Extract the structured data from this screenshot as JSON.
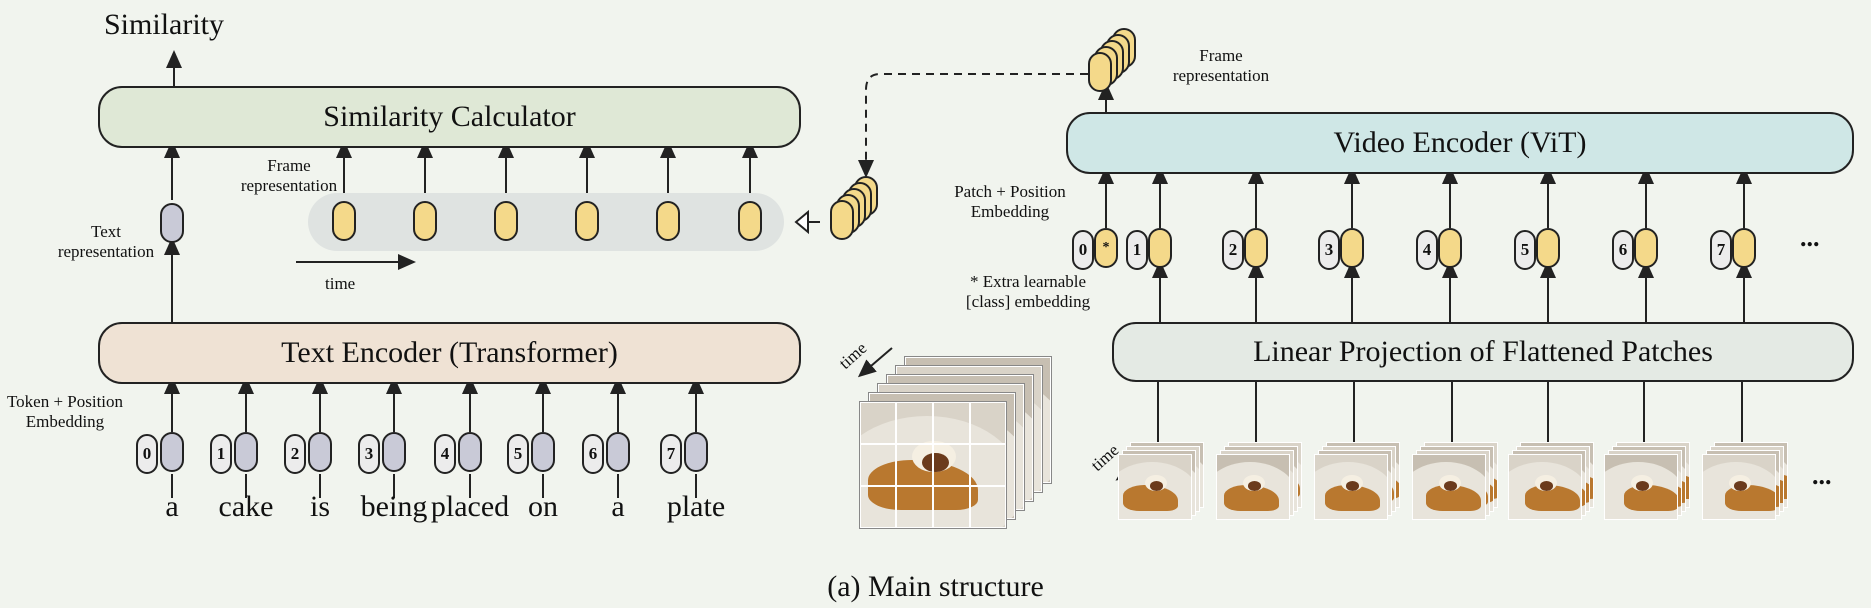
{
  "top": {
    "similarity_label": "Similarity",
    "similarity_calculator": "Similarity Calculator",
    "frame_representation_left": "Frame representation",
    "text_representation": "Text representation",
    "time_label": "time",
    "frame_representation_right": "Frame representation"
  },
  "text_branch": {
    "encoder_label": "Text Encoder (Transformer)",
    "embedding_label": "Token + Position Embedding",
    "token_indices": [
      "0",
      "1",
      "2",
      "3",
      "4",
      "5",
      "6",
      "7"
    ],
    "words": [
      "a",
      "cake",
      "is",
      "being",
      "placed",
      "on",
      "a",
      "plate"
    ]
  },
  "video_branch": {
    "encoder_label": "Video Encoder (ViT)",
    "embedding_label": "Patch + Position Embedding",
    "patch_indices": [
      "0",
      "1",
      "2",
      "3",
      "4",
      "5",
      "6",
      "7"
    ],
    "class_marker": "*",
    "ellipsis": "...",
    "extra_note": "* Extra learnable [class] embedding",
    "projection_label": "Linear Projection of Flattened Patches",
    "time_label_patches": "time",
    "time_label_frames": "time",
    "ellipsis_patches": "..."
  },
  "caption": "(a) Main structure",
  "colors": {
    "similarity_box": "#dfe8d6",
    "text_encoder_box": "#efe2d4",
    "video_encoder_box": "#cfe7e6",
    "projection_box": "#e4eae4",
    "token_grey": "#c9cad7",
    "token_yellow": "#f4d98a",
    "background": "#f1f4ee"
  }
}
